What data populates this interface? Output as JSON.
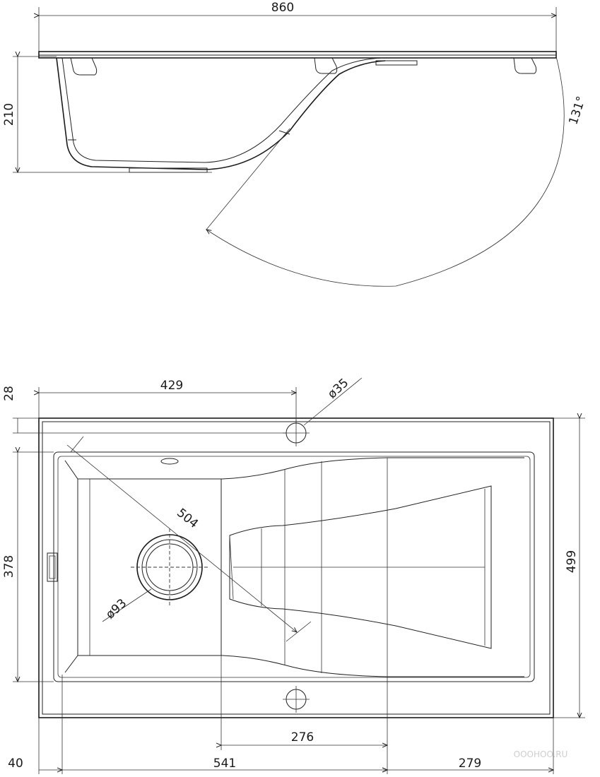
{
  "side_view": {
    "overall_width": "860",
    "depth": "210",
    "angle": "131°"
  },
  "top_view": {
    "tap_hole_offset": "429",
    "tap_hole_diameter": "ø35",
    "edge_offset_top": "28",
    "bowl_height": "378",
    "overall_depth": "499",
    "bowl_diagonal": "504",
    "drain_diameter": "ø93",
    "drainboard_inner": "276",
    "left_margin": "40",
    "bowl_width": "541",
    "drainboard_width": "279"
  },
  "watermark": "OOOHOO.RU"
}
